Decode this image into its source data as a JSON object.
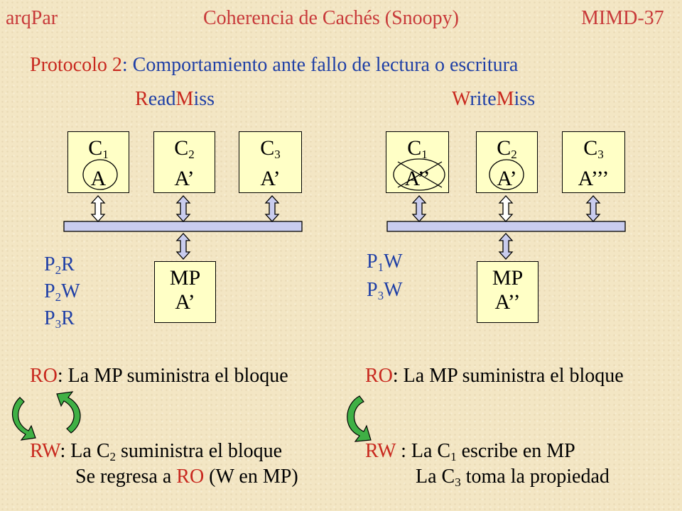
{
  "header": {
    "left": "arqPar",
    "center": "Coherencia de Cachés (Snoopy)",
    "right": "MIMD-37"
  },
  "subtitle": {
    "prefix": "Protocolo 2",
    "text": ": Comportamiento  ante fallo de lectura o escritura"
  },
  "readmiss": {
    "title_r": "R",
    "title_mid": "ead",
    "title_m": "M",
    "title_end": "iss",
    "caches": [
      {
        "name": "C",
        "sub": "1",
        "content": "A"
      },
      {
        "name": "C",
        "sub": "2",
        "content": "A’"
      },
      {
        "name": "C",
        "sub": "3",
        "content": "A’"
      }
    ],
    "mp": {
      "name": "MP",
      "content": "A’"
    },
    "ops": [
      {
        "p": "P",
        "sub": "2",
        "op": "R"
      },
      {
        "p": "P",
        "sub": "2",
        "op": "W"
      },
      {
        "p": "P",
        "sub": "3",
        "op": "R"
      }
    ],
    "ro_label": "RO",
    "ro_text": ": La MP suministra  el bloque",
    "rw_label": "RW",
    "rw_text1a": ": La C",
    "rw_text1_sub": "2",
    "rw_text1b": " suministra  el bloque",
    "rw_text2a": "Se regresa a ",
    "rw_text2_red": "RO",
    "rw_text2b": " (W en MP)"
  },
  "writemiss": {
    "title_w": "W",
    "title_mid": "rite",
    "title_m": "M",
    "title_end": "iss",
    "caches": [
      {
        "name": "C",
        "sub": "1",
        "content": "A’’"
      },
      {
        "name": "C",
        "sub": "2",
        "content": "A’"
      },
      {
        "name": "C",
        "sub": "3",
        "content": "A’’’"
      }
    ],
    "mp": {
      "name": "MP",
      "content": "A’’"
    },
    "ops": [
      {
        "p": "P",
        "sub": "1",
        "op": "W"
      },
      {
        "p": "P",
        "sub": "3",
        "op": "W"
      }
    ],
    "ro_label": "RO",
    "ro_text": ": La MP suministra  el bloque",
    "rw_label": "RW",
    "rw_text1a": " : La C",
    "rw_text1_sub": "1",
    "rw_text1b": " escribe en MP",
    "rw_text2a": "La C",
    "rw_text2_sub": "3",
    "rw_text2b": " toma la propiedad"
  },
  "colors": {
    "background": "#f3e6c4",
    "header_red": "#c83a3a",
    "blue_text": "#1f3fa6",
    "accent_red": "#c8281e",
    "box_fill": "#ffffc6",
    "bus_fill": "#c9ccee",
    "cycle_green": "#3fb045"
  }
}
